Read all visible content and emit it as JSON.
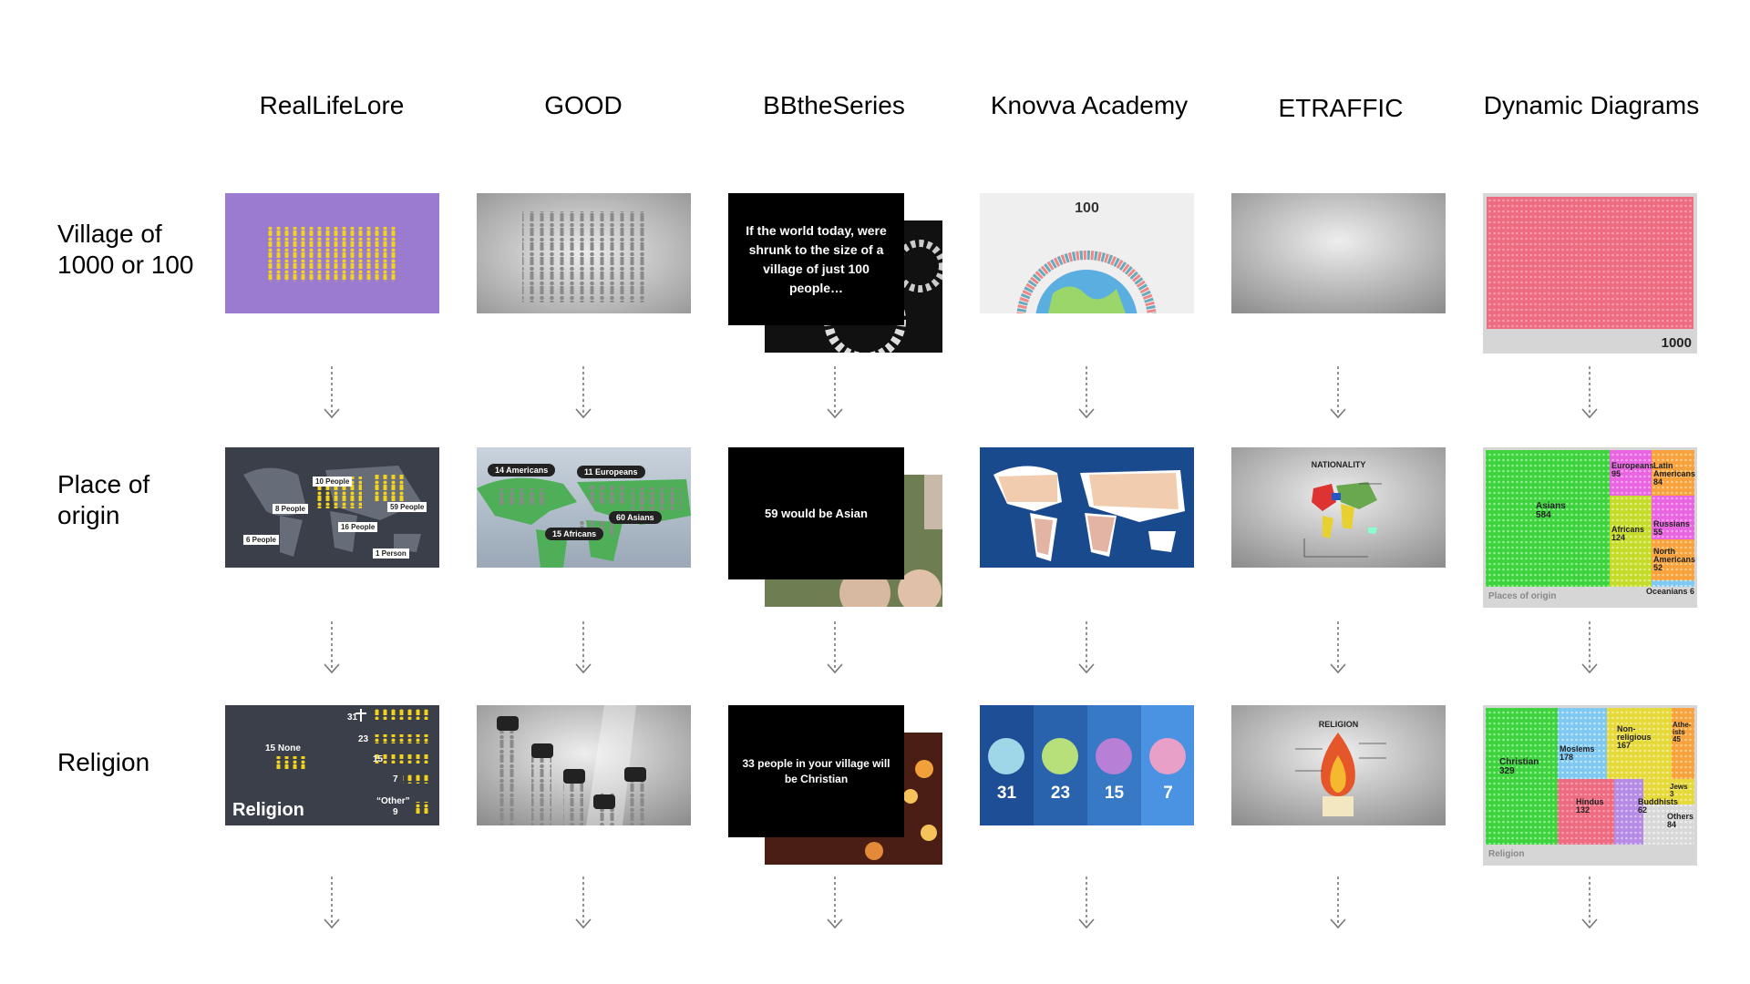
{
  "columns": [
    "RealLifeLore",
    "GOOD",
    "BBtheSeries",
    "Knovva Academy",
    "ETRAFFIC",
    "Dynamic Diagrams"
  ],
  "rows": [
    {
      "line1": "Village of",
      "line2": "1000 or 100"
    },
    {
      "line1": "Place of",
      "line2": "origin"
    },
    {
      "line1": "Religion",
      "line2": ""
    }
  ],
  "thumbs": {
    "rll_origin": {
      "p10": "10 People",
      "p8": "8 People",
      "p59": "59 People",
      "p16": "16 People",
      "p6": "6 People",
      "p1": "1 Person"
    },
    "rll_religion": {
      "title": "Religion",
      "none": "15 None",
      "n31": "31",
      "n23": "23",
      "n15": "15",
      "n7": "7",
      "other": "“Other”",
      "other_n": "9"
    },
    "good_origin": {
      "americans": "14 Americans",
      "europeans": "11 Europeans",
      "asians": "60 Asians",
      "africans": "15 Africans"
    },
    "bb_village": "If the world today, were shrunk to the size of a village of just 100 people…",
    "bb_origin": "59 would be Asian",
    "bb_religion": "33 people in your village will be Christian",
    "kn_village": "100",
    "kn_religion": [
      "31",
      "23",
      "15",
      "7"
    ],
    "et_origin": "NATIONALITY",
    "et_religion": "RELIGION",
    "dd_village": "1000",
    "dd_origin": {
      "asians": "Asians",
      "asians_n": "584",
      "europeans": "Europeans",
      "europeans_n": "95",
      "latin": "Latin Americans",
      "latin_n": "84",
      "africans": "Africans",
      "africans_n": "124",
      "russians": "Russians",
      "russians_n": "55",
      "north": "North Americans",
      "north_n": "52",
      "oceanians": "Oceanians 6",
      "footer": "Places of origin"
    },
    "dd_religion": {
      "christian": "Christian",
      "christian_n": "329",
      "moslems": "Moslems",
      "moslems_n": "178",
      "nonrel": "Non-religious",
      "nonrel_n": "167",
      "atheists": "Athe-ists",
      "atheists_n": "45",
      "jews": "Jews",
      "jews_n": "3",
      "hindus": "Hindus",
      "hindus_n": "132",
      "buddhists": "Buddhists",
      "buddhists_n": "62",
      "others": "Others",
      "others_n": "84",
      "footer": "Religion"
    }
  },
  "colors": {
    "rll_bg": "#9b7bd0",
    "rll_dark": "#3a3f4a",
    "kn_blue": "#1a4a8e",
    "dd_pink": "#f0768a",
    "dd_green": "#49d84b",
    "bb_black": "#000000"
  }
}
